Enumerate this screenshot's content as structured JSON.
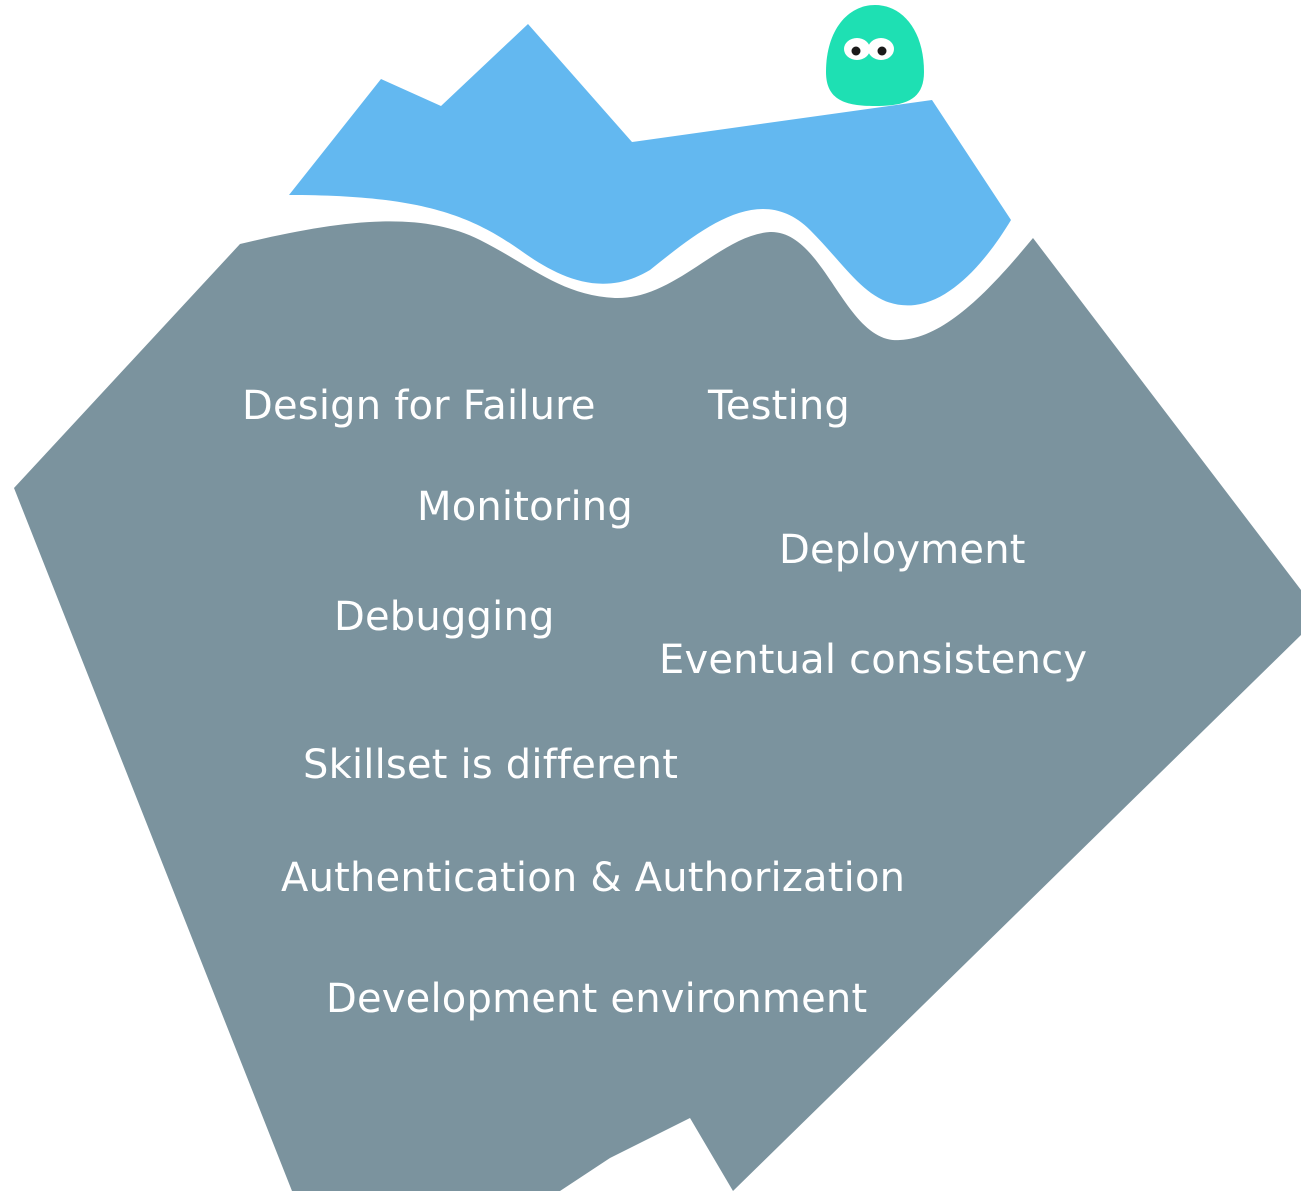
{
  "colors": {
    "background": "#ffffff",
    "above_water": "#63b8f0",
    "below_water": "#7b939e",
    "mascot": "#1ee0b3",
    "text": "#ffffff"
  },
  "icons": {
    "mascot": "green-blob-mascot-icon"
  },
  "labels": {
    "design_for_failure": "Design for Failure",
    "testing": "Testing",
    "monitoring": "Monitoring",
    "deployment": "Deployment",
    "debugging": "Debugging",
    "eventual_consistency": "Eventual consistency",
    "skillset": "Skillset is different",
    "auth": "Authentication & Authorization",
    "dev_env": "Development environment"
  }
}
